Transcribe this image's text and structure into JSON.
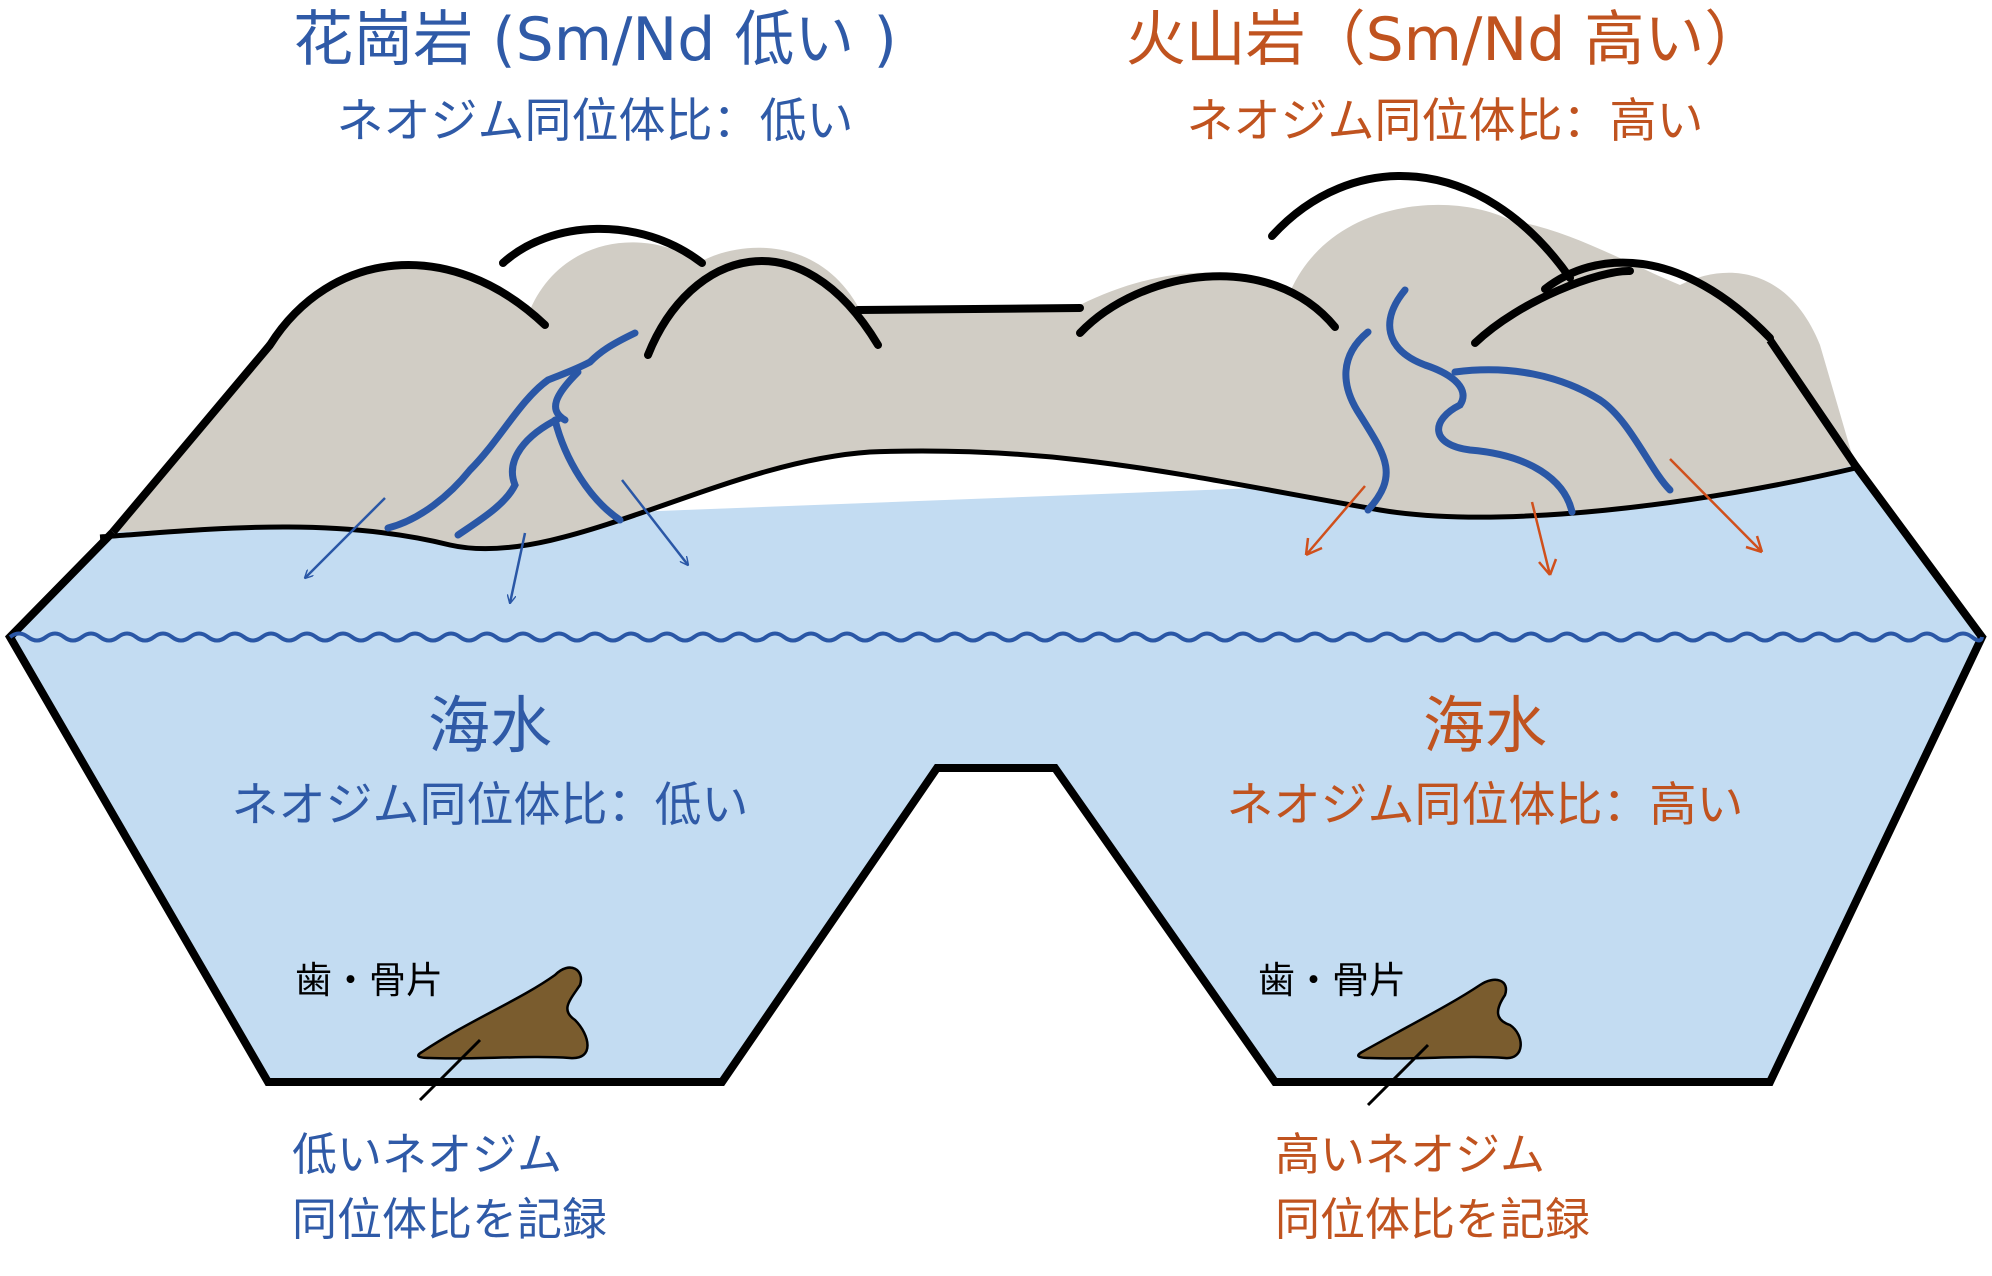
{
  "left": {
    "rock_title": "花崗岩 (Sm/Nd 低い )",
    "rock_ratio": "ネオジム同位体比：低い",
    "sea_title": "海水",
    "sea_ratio": "ネオジム同位体比：低い",
    "fragment_label": "歯・骨片",
    "record_line1": "低いネオジム",
    "record_line2": "同位体比を記録"
  },
  "right": {
    "rock_title": "火山岩（Sm/Nd 高い）",
    "rock_ratio": "ネオジム同位体比：高い",
    "sea_title": "海水",
    "sea_ratio": "ネオジム同位体比：高い",
    "fragment_label": "歯・骨片",
    "record_line1": "高いネオジム",
    "record_line2": "同位体比を記録"
  },
  "colors": {
    "low_text": "#2f5aa7",
    "high_text": "#c0531f",
    "river": "#2a57a6",
    "water": "#c3dcf2",
    "rock": "#d1cdc5",
    "fragment": "#7a5c2e",
    "outline": "#000000"
  }
}
